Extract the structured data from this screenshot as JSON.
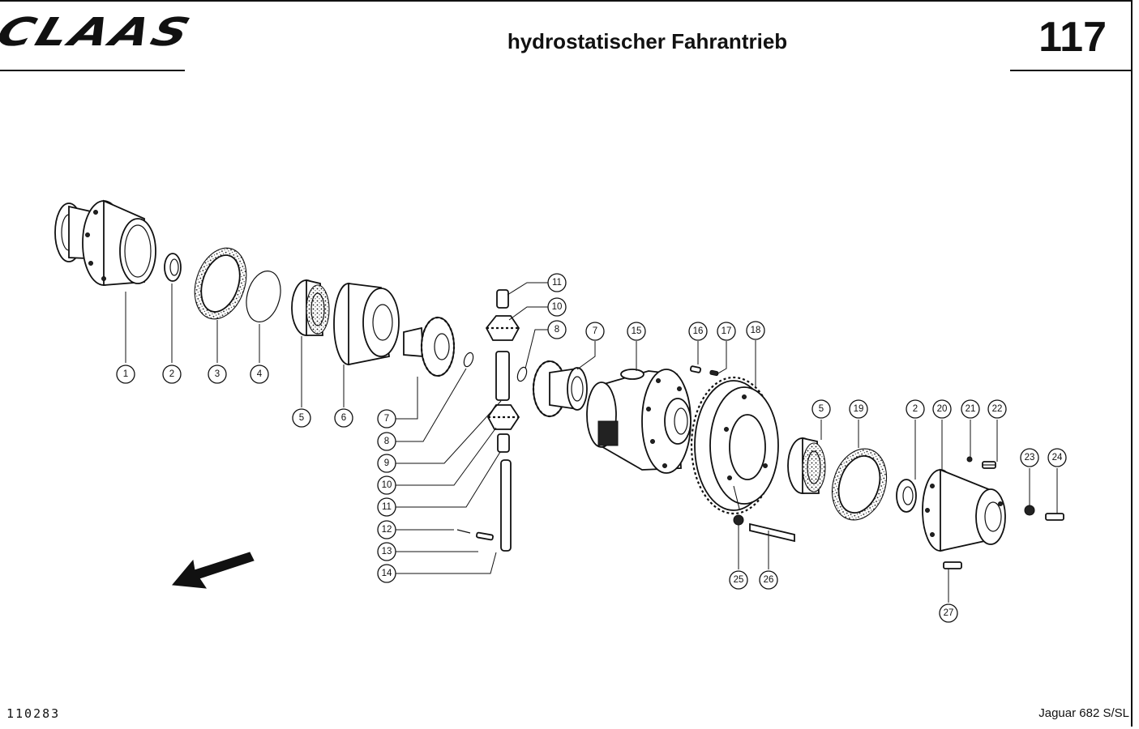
{
  "header": {
    "logo_text": "CLAAS",
    "title": "hydrostatischer Fahrantrieb",
    "page_number": "117"
  },
  "footer": {
    "doc_number": "110283",
    "model": "Jaguar 682 S/SL"
  },
  "callouts": [
    "1",
    "2",
    "3",
    "4",
    "5",
    "6",
    "7",
    "8",
    "9",
    "10",
    "11",
    "12",
    "13",
    "14",
    "11",
    "10",
    "8",
    "7",
    "15",
    "16",
    "17",
    "18",
    "5",
    "19",
    "2",
    "20",
    "21",
    "22",
    "23",
    "24",
    "25",
    "26",
    "27"
  ]
}
